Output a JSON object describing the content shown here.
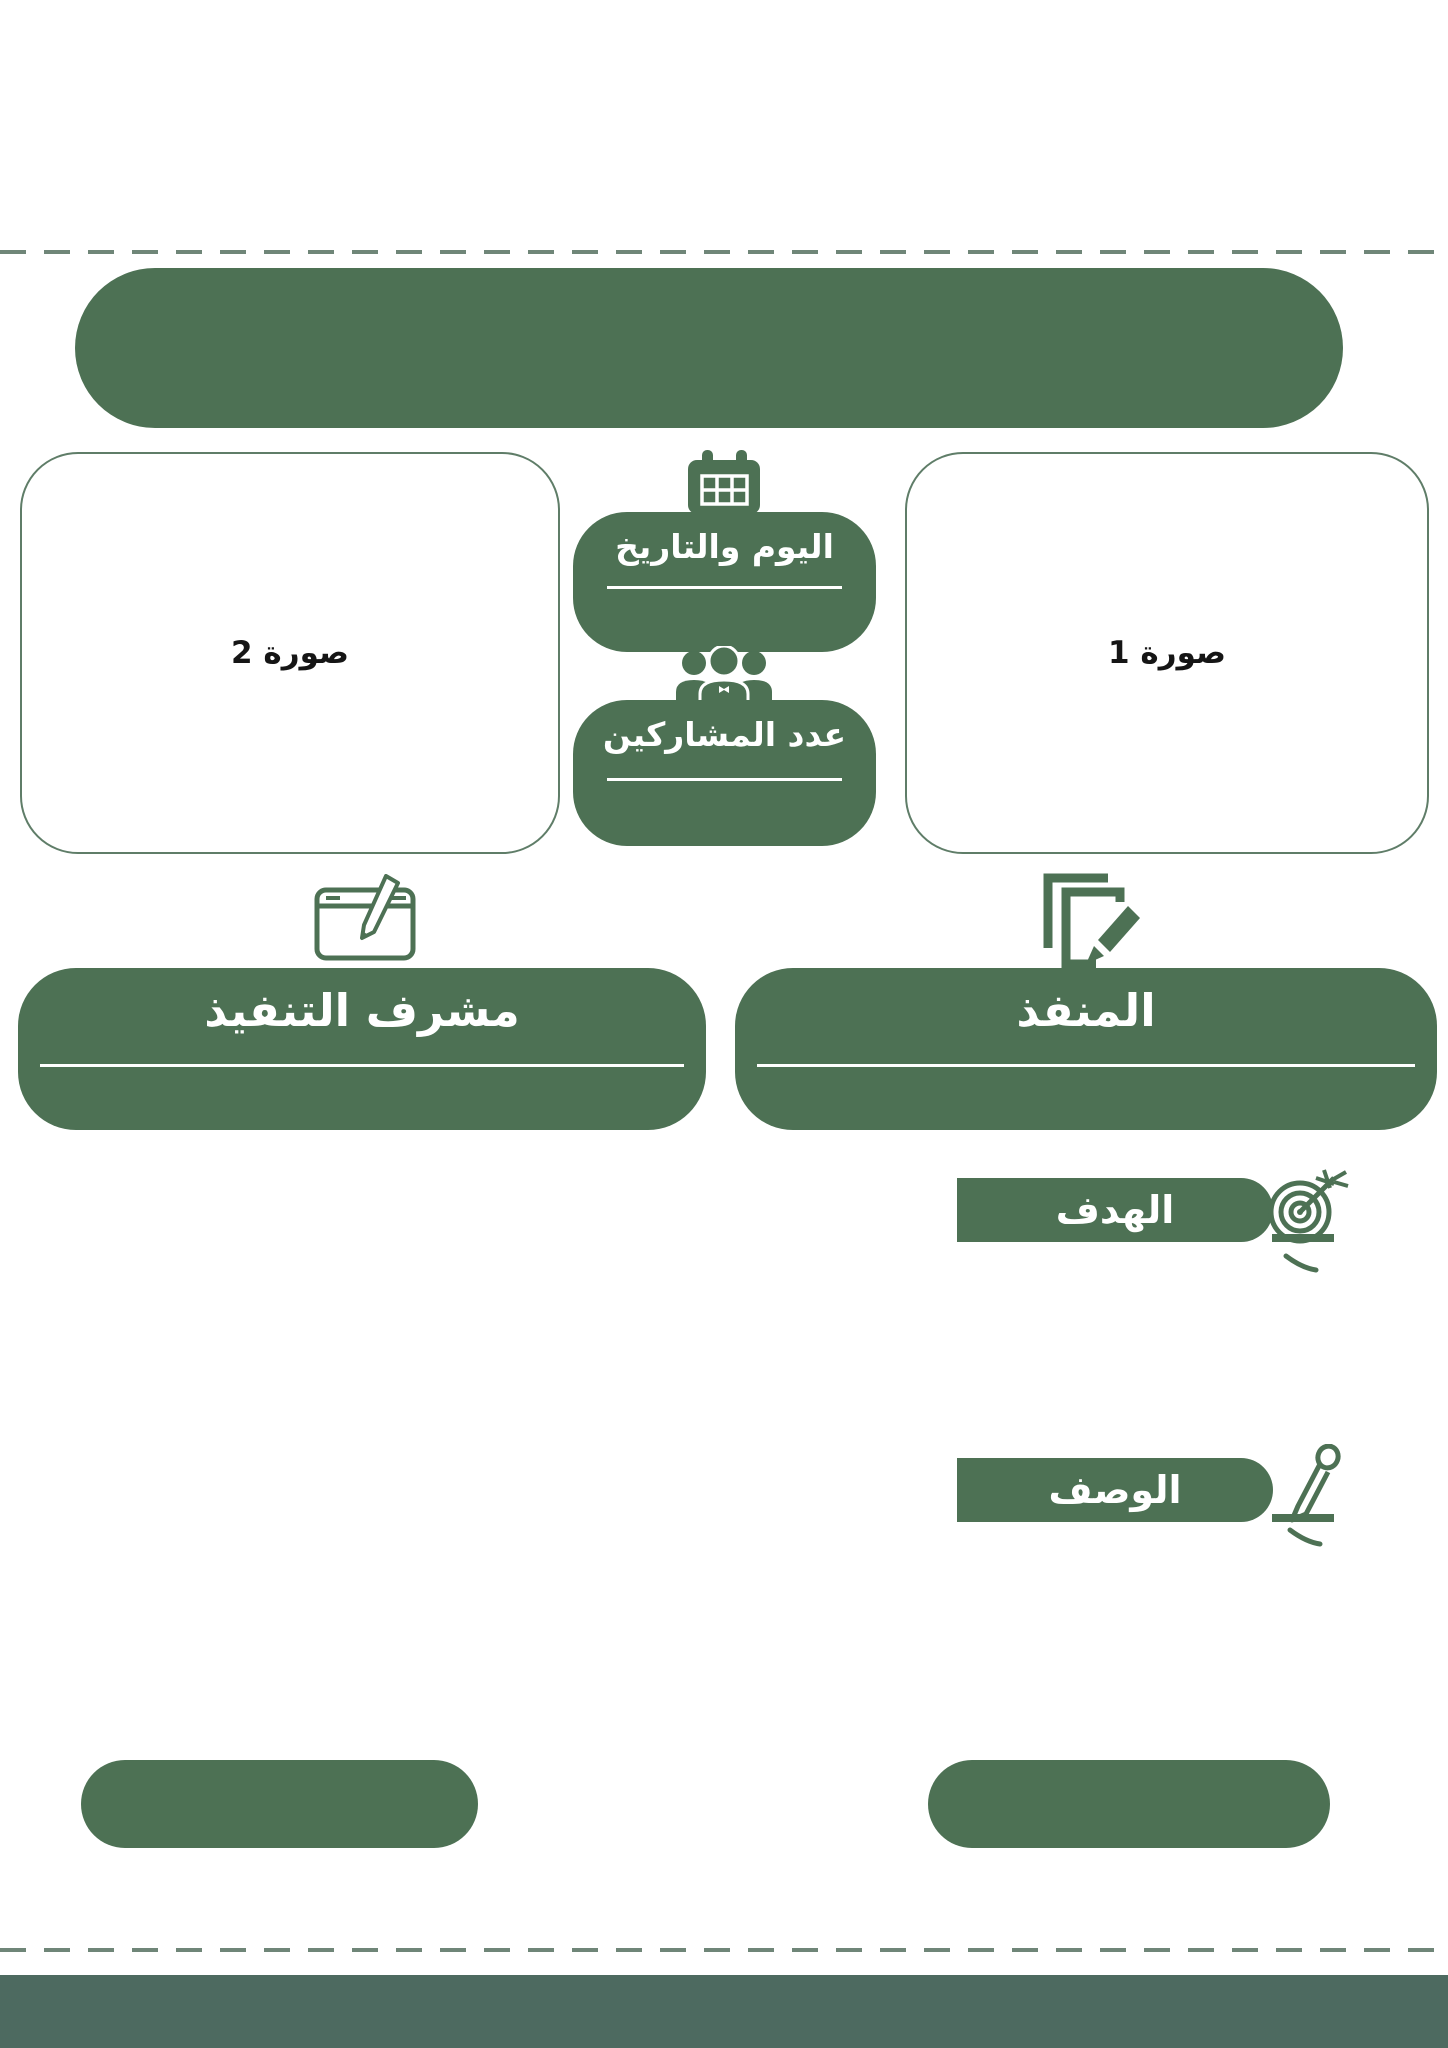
{
  "labels": {
    "photo_1": "صورة 1",
    "photo_2": "صورة 2",
    "day_date": "اليوم والتاريخ",
    "participants_count": "عدد المشاركين",
    "executor": "المنفذ",
    "supervisor": "مشرف التنفيذ",
    "goal": "الهدف",
    "description": "الوصف"
  },
  "values": {
    "title": "",
    "day_date": "",
    "participants_count": "",
    "executor": "",
    "supervisor": "",
    "goal": "",
    "description": ""
  },
  "icons": {
    "calendar": "calendar-icon",
    "participants": "people-group-icon",
    "supervisor": "clipboard-pencil-icon",
    "executor": "documents-pencil-icon",
    "goal": "target-dart-icon",
    "description": "pencil-icon"
  },
  "colors": {
    "primary_green": "#4d7154",
    "footer_green": "#4d6a60",
    "dash_separator": "#6f8678",
    "photo_border": "#5f7d68",
    "dashed_border": "#4e7253",
    "label_ink": "#151515",
    "white": "#ffffff"
  }
}
